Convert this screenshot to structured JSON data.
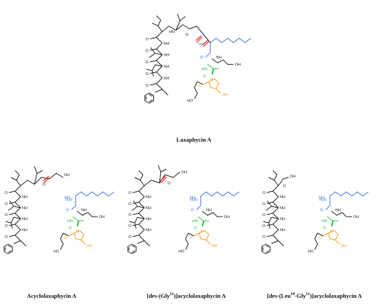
{
  "colors": {
    "bond": "#1a1a1a",
    "lipid_chain": "#3b6fd8",
    "dehydro_residue": "#2fb84a",
    "proline_residue": "#f39a1f",
    "cleavage_mark": "#e0241b"
  },
  "atoms": {
    "nh": "NH",
    "hn": "HN",
    "h2n": "H₂N",
    "n": "N",
    "o": "O",
    "oh": "OH",
    "ho": "HO"
  },
  "panels": [
    {
      "id": "laxaphycin-a",
      "title": "Laxaphycin A",
      "cleavage_sites": 2
    },
    {
      "id": "acyclolaxaphycin-a",
      "title": "Acyclolaxaphycin A",
      "cleavage_sites": 1
    },
    {
      "id": "des-gly11",
      "title_prefix": "[des-(Gly",
      "title_sup": "11",
      "title_suffix": ")]acyclolaxaphycin A",
      "cleavage_sites": 1
    },
    {
      "id": "des-leu10-gly11",
      "title_prefix": "[des-(Leu",
      "title_sup1": "10",
      "title_mid": "-Gly",
      "title_sup2": "11",
      "title_suffix": ")]acyclolaxaphycin A",
      "cleavage_sites": 0
    }
  ]
}
